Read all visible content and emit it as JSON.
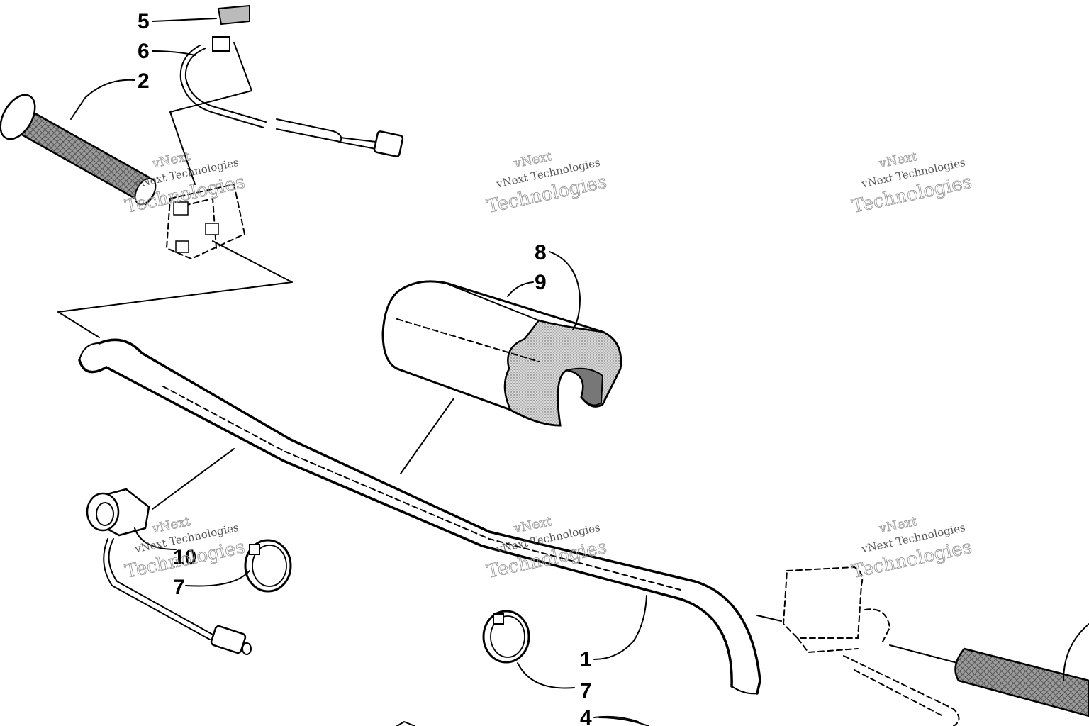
{
  "callouts": {
    "c1": "1",
    "c2": "2",
    "c4": "4",
    "c5": "5",
    "c6": "6",
    "c7a": "7",
    "c7b": "7",
    "c8": "8",
    "c9": "9",
    "c10": "10"
  },
  "watermark": {
    "line1": "vNext",
    "line2": "vNext Technologies",
    "line3": "Technologies"
  },
  "colors": {
    "line": "#000000",
    "grip_fill": "#8c8c8c",
    "foam_fill": "#c8c8c8",
    "watermark": "#9a9a9a"
  }
}
